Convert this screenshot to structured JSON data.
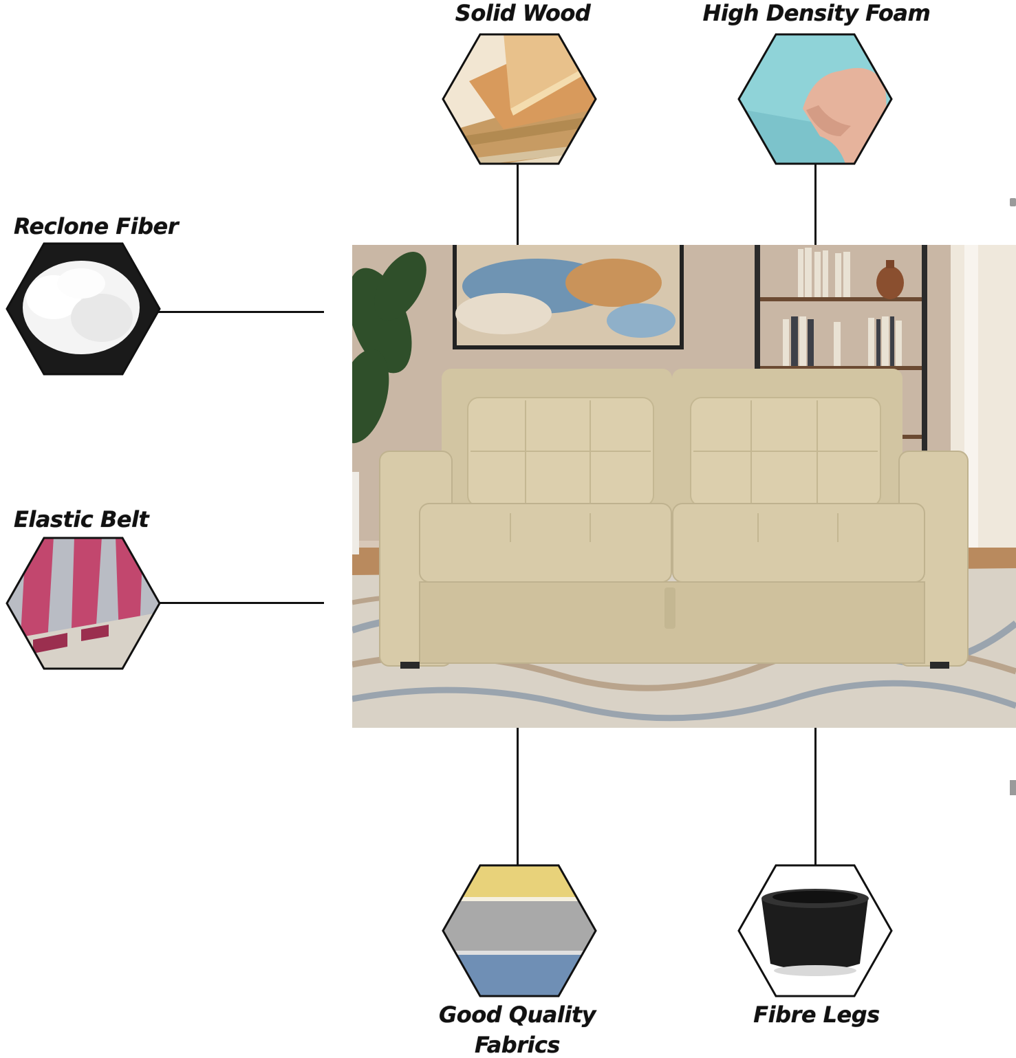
{
  "features": {
    "solid_wood": "Solid Wood",
    "high_density_foam": "High Density Foam",
    "reclone_fiber": "Reclone Fiber",
    "elastic_belt": "Elastic Belt",
    "good_quality_fabrics_line1": "Good Quality",
    "good_quality_fabrics_line2": "Fabrics",
    "fibre_legs": "Fibre Legs"
  },
  "colors": {
    "sofa": "#d8cba9",
    "wall": "#c9b7a5",
    "foam": "#8fd3d8",
    "belt": "#c2476e",
    "fabric_yellow": "#e8d27a",
    "fabric_grey": "#a9a9a9",
    "fabric_blue": "#6f8fb5",
    "leg": "#1c1c1c"
  }
}
